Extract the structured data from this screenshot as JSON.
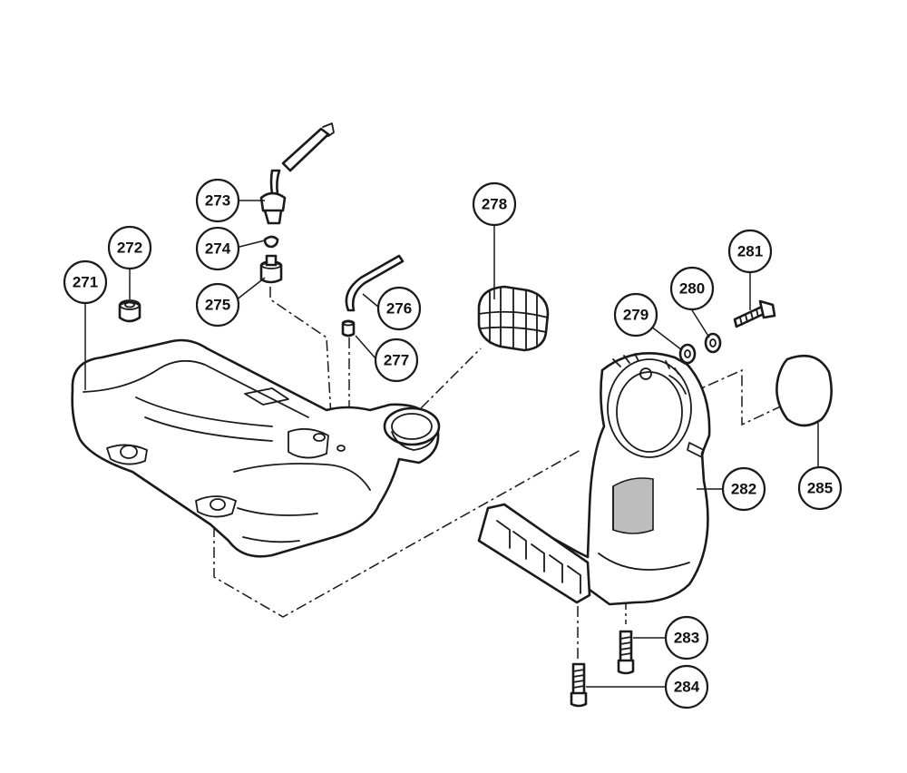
{
  "colors": {
    "line": "#1a1a1a",
    "background": "#ffffff",
    "shade": "#bdbdbd"
  },
  "callouts": [
    {
      "id": "271",
      "label": "271"
    },
    {
      "id": "272",
      "label": "272"
    },
    {
      "id": "273",
      "label": "273"
    },
    {
      "id": "274",
      "label": "274"
    },
    {
      "id": "275",
      "label": "275"
    },
    {
      "id": "276",
      "label": "276"
    },
    {
      "id": "277",
      "label": "277"
    },
    {
      "id": "278",
      "label": "278"
    },
    {
      "id": "279",
      "label": "279"
    },
    {
      "id": "280",
      "label": "280"
    },
    {
      "id": "281",
      "label": "281"
    },
    {
      "id": "282",
      "label": "282"
    },
    {
      "id": "283",
      "label": "283"
    },
    {
      "id": "284",
      "label": "284"
    },
    {
      "id": "285",
      "label": "285"
    }
  ]
}
